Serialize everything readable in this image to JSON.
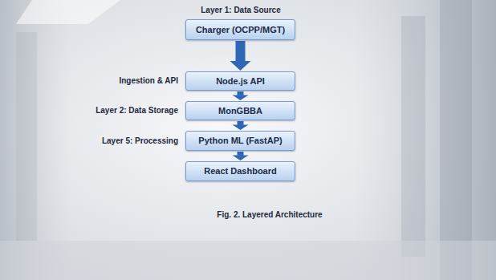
{
  "diagram": {
    "caption": "Fig. 2. Layered Architecture",
    "nodes": [
      {
        "text": [
          "Charger (OCPP/MGT)"
        ]
      },
      {
        "text": [
          "Node.js API"
        ]
      },
      {
        "text": [
          "MonGBBA"
        ]
      },
      {
        "text": [
          "Python ML (FastAP)"
        ]
      },
      {
        "text": [
          "React Dashboard"
        ]
      }
    ],
    "edges": [
      {
        "from": 0,
        "to": 1,
        "arrow": "to"
      },
      {
        "from": 1,
        "to": 2,
        "arrow": "to"
      },
      {
        "from": 2,
        "to": 3,
        "arrow": "to"
      },
      {
        "from": 3,
        "to": 4,
        "arrow": "to"
      }
    ],
    "labels": [
      "Layer 1: Data Source",
      "Ingestion & API",
      "Layer 2: Data Storage",
      "Layer 5: Processing"
    ]
  }
}
